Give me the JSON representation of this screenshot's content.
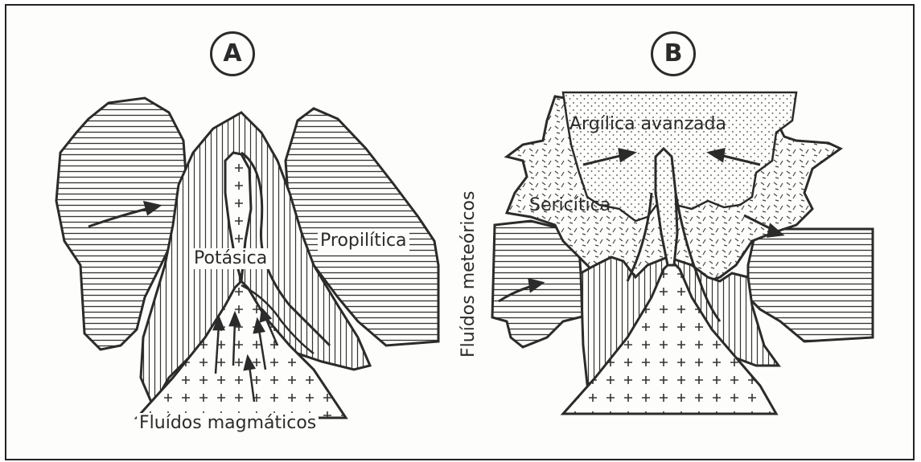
{
  "panels": {
    "a": {
      "letter": "A",
      "labels": {
        "propilitica": "Propilítica",
        "potasica": "Potásica",
        "fluidos_magmaticos": "Fluídos magmáticos"
      }
    },
    "b": {
      "letter": "B",
      "labels": {
        "argilica_avanzada": "Argílica avanzada",
        "sericitica": "Sericítica",
        "fluidos_meteoricos": "Fluídos meteóricos"
      }
    }
  },
  "colors": {
    "ink": "#2b2b2b",
    "paper": "#fdfdfb"
  }
}
